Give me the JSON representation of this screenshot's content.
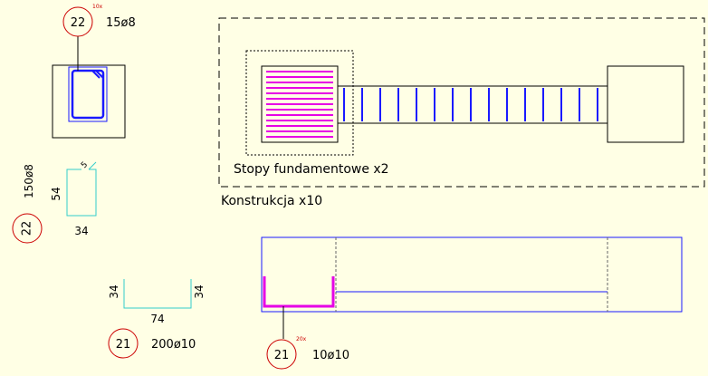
{
  "callouts": {
    "top_left": {
      "mark": "22",
      "multiplier": "10x",
      "spec": "15ø8"
    },
    "side_left": {
      "mark": "22",
      "spec": "150ø8"
    },
    "bottom_left": {
      "mark": "21",
      "spec": "200ø10"
    },
    "bottom_right": {
      "mark": "21",
      "multiplier": "20x",
      "spec": "10ø10"
    }
  },
  "stirrup_shape": {
    "height": "54",
    "width": "34",
    "hook_label": "5"
  },
  "bar_shape": {
    "left_leg": "34",
    "right_leg": "34",
    "length": "74"
  },
  "labels": {
    "footings": "Stopy fundamentowe x2",
    "construction": "Konstrukcja x10"
  },
  "colors": {
    "background": "#ffffe5",
    "outline": "#000000",
    "rebar_blue": "#1a1aff",
    "rebar_magenta": "#e600e6",
    "callout_red": "#cc0000",
    "dim_cyan": "#33cccc"
  }
}
